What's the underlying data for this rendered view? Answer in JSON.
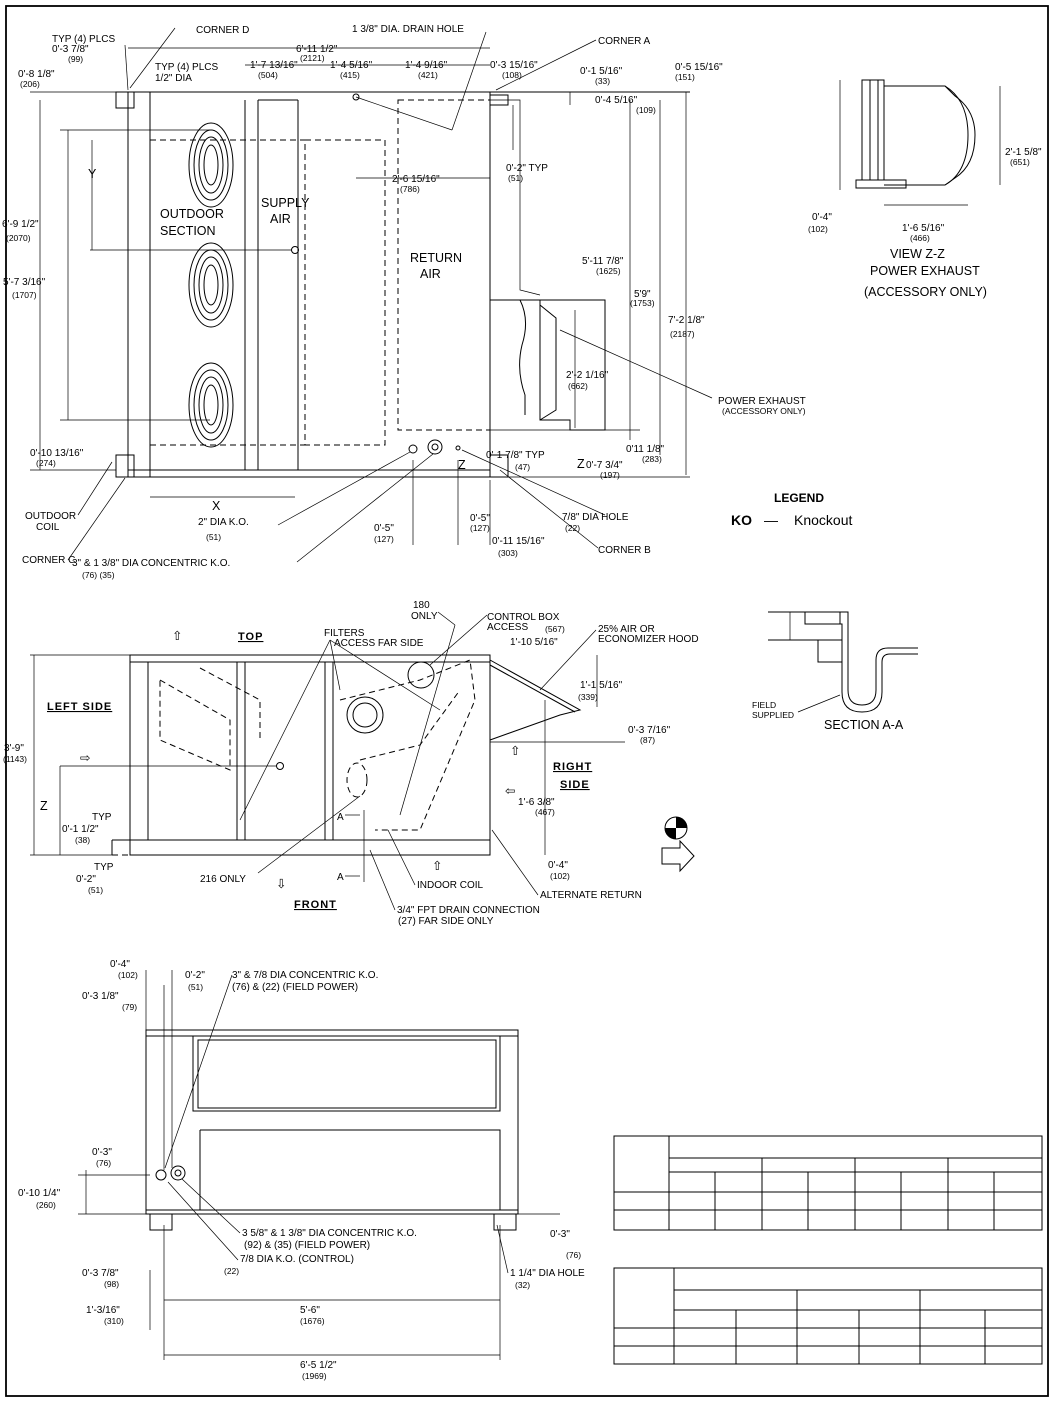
{
  "plan_view": {
    "corner_labels": [
      "CORNER D",
      "CORNER A",
      "CORNER B",
      "CORNER C"
    ],
    "section_labels": [
      "OUTDOOR",
      "SECTION",
      "SUPPLY",
      "AIR",
      "RETURN",
      "AIR"
    ],
    "callouts": {
      "typ4plcs": "TYP (4) PLCS",
      "typ4plcs_half": "TYP (4) PLCS",
      "half_dia": "1/2\" DIA",
      "drain_hole": "1 3/8\" DIA. DRAIN HOLE",
      "power_exhaust": "POWER EXHAUST",
      "accessory_only": "(ACCESSORY ONLY)",
      "outdoor_coil_1": "OUTDOOR",
      "outdoor_coil_2": "COIL",
      "ko_2in": "2\" DIA K.O.",
      "ko_2in_mm": "(51)",
      "concentric": "3\" & 1 3/8\" DIA CONCENTRIC K.O.",
      "concentric_mm": "(76)     (35)",
      "hole_78": "7/8\" DIA HOLE",
      "hole_78_mm": "(22)",
      "x": "X",
      "y": "Y",
      "z1": "Z",
      "z2": "Z"
    },
    "dims": {
      "d0_3_78": "0'-3 7/8\"",
      "d0_3_78_mm": "(99)",
      "d6_11_12": "6'-11 1/2\"",
      "d6_11_12_mm": "(2121)",
      "d0_8_18": "0'-8 1/8\"",
      "d0_8_18_mm": "(206)",
      "d1_7_1316": "1'-7 13/16\"",
      "d1_7_1316_mm": "(504)",
      "d1_4_516": "1'-4 5/16\"",
      "d1_4_516_mm": "(415)",
      "d1_4_916": "1'-4 9/16\"",
      "d1_4_916_mm": "(421)",
      "d0_3_1516": "0'-3 15/16\"",
      "d0_3_1516_mm": "(108)",
      "d0_1_516": "0'-1 5/16\"",
      "d0_1_516_mm": "(33)",
      "d0_5_1516": "0'-5 15/16\"",
      "d0_5_1516_mm": "(151)",
      "d0_4_516": "0'-4 5/16\"",
      "d0_4_516_mm": "(109)",
      "d6_9_12": "6'-9 1/2\"",
      "d6_9_12_mm": "(2070)",
      "d2_6_1516": "2'-6 15/16\"",
      "d2_6_1516_mm": "(786)",
      "d0_2typ": "0'-2\" TYP",
      "d0_2typ_mm": "(51)",
      "d5_7_316": "5'-7 3/16\"",
      "d5_7_316_mm": "(1707)",
      "d5_11_78": "5'-11 7/8\"",
      "d5_11_78_mm": "(1625)",
      "d5_9": "5'9\"",
      "d5_9_mm": "(1753)",
      "d7_2_18": "7'-2 1/8\"",
      "d7_2_18_mm": "(2187)",
      "d2_2_116": "2'-2 1/16\"",
      "d2_2_116_mm": "(662)",
      "d0_10_1316": "0'-10 13/16\"",
      "d0_10_1316_mm": "(274)",
      "d0_1_78": "0'-1 7/8\" TYP",
      "d0_1_78_mm": "(47)",
      "d0_7_34": "0'-7 3/4\"",
      "d0_7_34_mm": "(197)",
      "d0_11_18": "0'11 1/8\"",
      "d0_11_18_mm": "(283)",
      "d0_5a": "0'-5\"",
      "d0_5a_mm": "(127)",
      "d0_5b": "0'-5\"",
      "d0_5b_mm": "(127)",
      "d0_11_1516": "0'-11 15/16\"",
      "d0_11_1516_mm": "(303)"
    }
  },
  "view_zz": {
    "title1": "VIEW Z-Z",
    "title2": "POWER EXHAUST",
    "title3": "(ACCESSORY ONLY)",
    "d2_1_58": "2'-1 5/8\"",
    "d2_1_58_mm": "(651)",
    "d0_4": "0'-4\"",
    "d0_4_mm": "(102)",
    "d1_6_516": "1'-6 5/16\"",
    "d1_6_516_mm": "(466)"
  },
  "legend": {
    "title": "LEGEND",
    "abbr": "KO",
    "dash": "—",
    "meaning": "Knockout"
  },
  "side_view": {
    "top": "TOP",
    "left_side": "LEFT SIDE",
    "right": "RIGHT",
    "side": "SIDE",
    "front": "FRONT",
    "filters1": "FILTERS",
    "filters2": "ACCESS FAR SIDE",
    "only180a": "180",
    "only180b": "ONLY",
    "control_box1": "CONTROL BOX",
    "control_box2": "ACCESS",
    "control_box_mm": "(567)",
    "econ1": "25% AIR OR",
    "econ2": "ECONOMIZER HOOD",
    "d1_10_516": "1'-10 5/16\"",
    "d1_1_516": "1'-1 5/16\"",
    "d1_1_516_mm": "(339)",
    "d0_3_716": "0'-3 7/16\"",
    "d0_3_716_mm": "(87)",
    "d3_9": "3'-9\"",
    "d3_9_mm": "(1143)",
    "z": "Z",
    "typ": "TYP",
    "d0_1_12": "0'-1 1/2\"",
    "d0_1_12_mm": "(38)",
    "typ2": "TYP",
    "d0_2": "0'-2\"",
    "d0_2_mm": "(51)",
    "d1_6_38": "1'-6 3/8\"",
    "d1_6_38_mm": "(467)",
    "d0_4": "0'-4\"",
    "d0_4_mm": "(102)",
    "only216": "216 ONLY",
    "a1": "A",
    "a2": "A",
    "indoor_coil": "INDOOR COIL",
    "alt_return": "ALTERNATE RETURN",
    "drain1": "3/4\" FPT DRAIN CONNECTION",
    "drain2": "(27)  FAR SIDE ONLY"
  },
  "section_aa": {
    "title": "SECTION A-A",
    "field1": "FIELD",
    "field2": "SUPPLIED"
  },
  "end_view": {
    "d0_4": "0'-4\"",
    "d0_4_mm": "(102)",
    "d0_2": "0'-2\"",
    "d0_2_mm": "(51)",
    "d0_3_18": "0'-3 1/8\"",
    "d0_3_18_mm": "(79)",
    "concentric1": "3\" & 7/8 DIA CONCENTRIC K.O.",
    "concentric1b": "(76) & (22) (FIELD POWER)",
    "d0_3": "0'-3\"",
    "d0_3_mm": "(76)",
    "d0_10_14": "0'-10 1/4\"",
    "d0_10_14_mm": "(260)",
    "concentric2": "3 5/8\" & 1 3/8\" DIA CONCENTRIC K.O.",
    "concentric2b": "(92) & (35) (FIELD POWER)",
    "ko78": "7/8 DIA K.O. (CONTROL)",
    "ko78_mm": "(22)",
    "d0_3b": "0'-3\"",
    "d0_3b_mm": "(76)",
    "hole114": "1 1/4\" DIA HOLE",
    "hole114_mm": "(32)",
    "d0_3_78": "0'-3 7/8\"",
    "d0_3_78_mm": "(98)",
    "d1_3_316": "1'-3/16\"",
    "d1_3_316_mm": "(310)",
    "d5_6": "5'-6\"",
    "d5_6_mm": "(1676)",
    "d6_5_12": "6'-5 1/2\"",
    "d6_5_12_mm": "(1969)"
  }
}
